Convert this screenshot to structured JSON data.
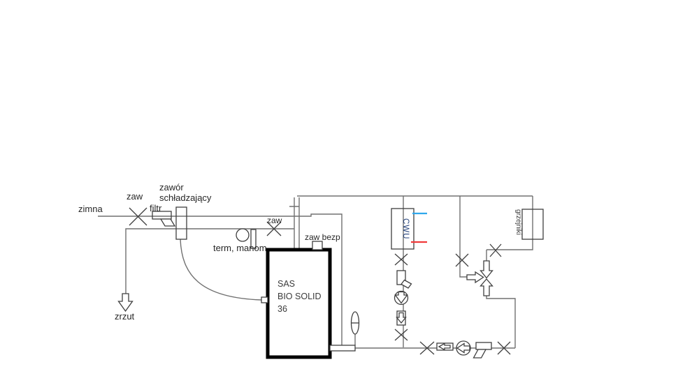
{
  "diagram": {
    "labels": {
      "cold_water": "zimna",
      "cold_valve": "zaw",
      "filter": "filtr",
      "cooling_valve_line1": "zawór",
      "cooling_valve_line2": "schładzający",
      "therm_manom": "term, manom",
      "supply_valve": "zaw",
      "safety_valve": "zaw bezp",
      "drain": "zrzut",
      "boiler_line1": "SAS",
      "boiler_line2": "BIO SOLID",
      "boiler_line3": "36",
      "dhw_tank": "CWU",
      "radiators": "grzejniki"
    },
    "colors": {
      "pipe": "#707070",
      "symbol": "#3f3f3f",
      "boiler_border": "#000000",
      "cold_marker": "#2fa8ec",
      "hot_marker": "#f03a3a",
      "text": "#262626",
      "cwu_text": "#24427c"
    }
  }
}
